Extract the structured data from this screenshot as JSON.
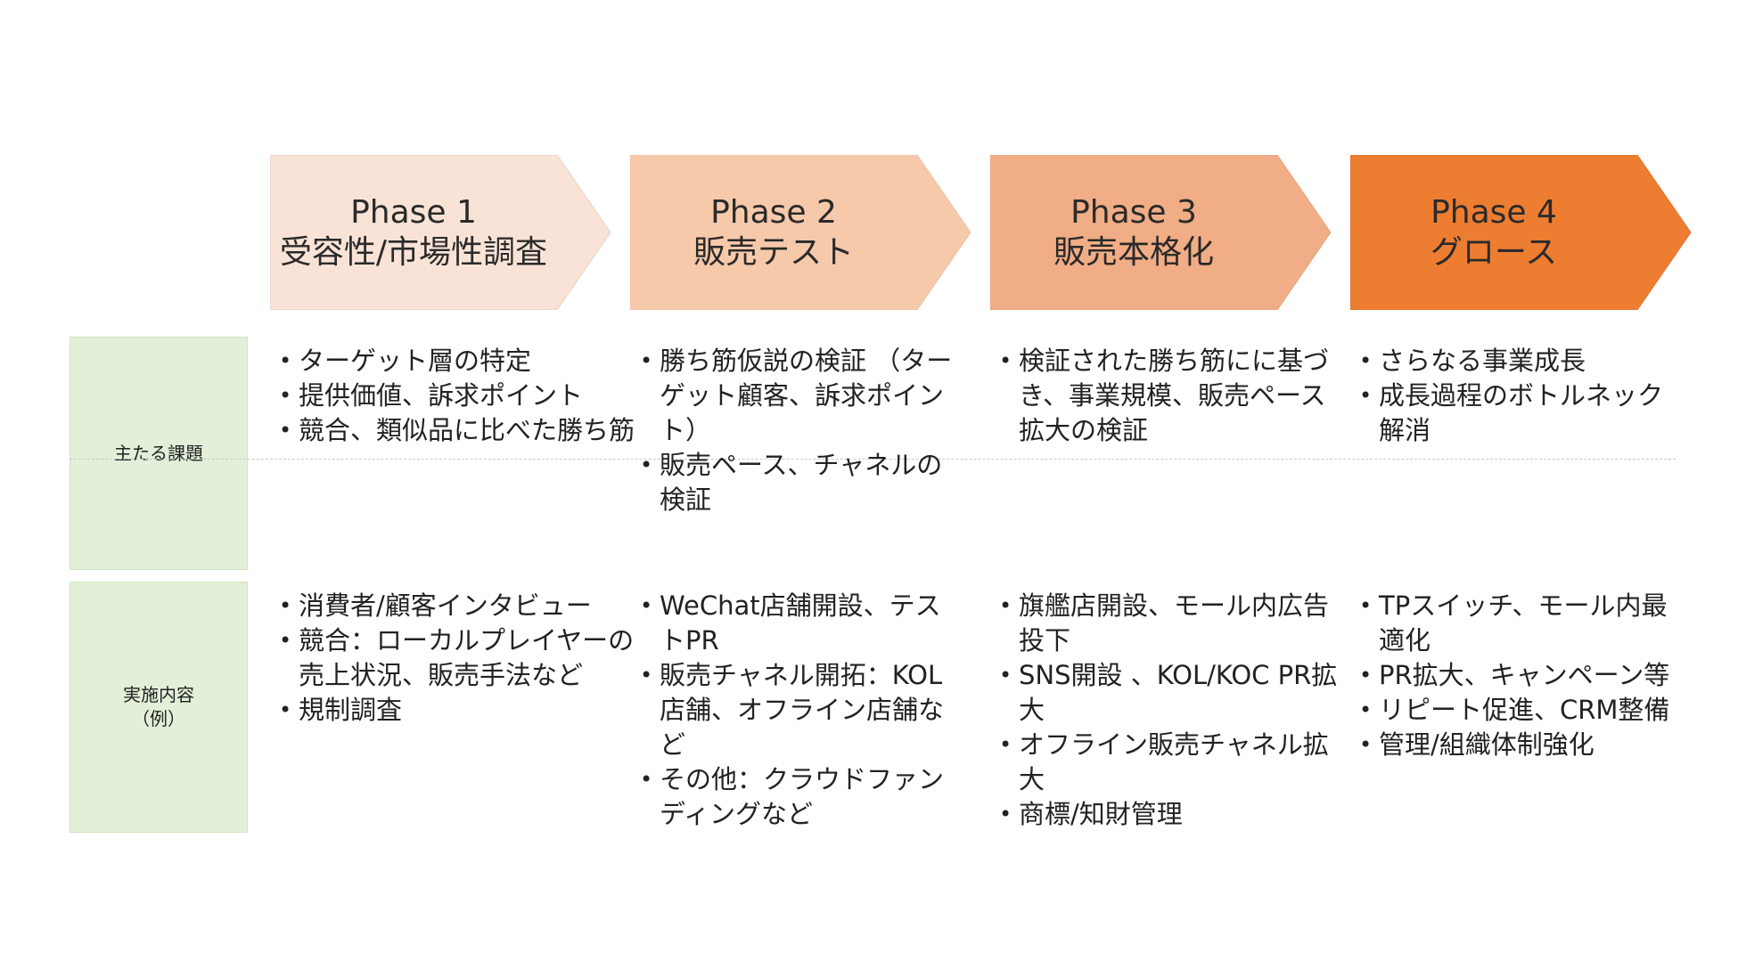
{
  "phases": [
    {
      "title": "Phase 1",
      "subtitle": "受容性/市場性調査",
      "color": "#f9e3d7"
    },
    {
      "title": "Phase 2",
      "subtitle": "販売テスト",
      "color": "#f7c9ab"
    },
    {
      "title": "Phase 3",
      "subtitle": "販売本格化",
      "color": "#f1ad85"
    },
    {
      "title": "Phase 4",
      "subtitle": "グロース",
      "color": "#ed7d31"
    }
  ],
  "rows": {
    "issues": {
      "label": "主たる課題"
    },
    "actions": {
      "label_line1": "実施内容",
      "label_line2": "（例）"
    }
  },
  "issues": [
    [
      "ターゲット層の特定",
      "提供価値、訴求ポイント",
      "競合、類似品に比べた勝ち筋"
    ],
    [
      "勝ち筋仮説の検証 （ターゲット顧客、訴求ポイント）",
      "販売ペース、チャネルの検証"
    ],
    [
      "検証された勝ち筋にに基づき、事業規模、販売ペース拡大の検証"
    ],
    [
      "さらなる事業成長",
      "成長過程のボトルネック解消"
    ]
  ],
  "actions": [
    [
      "消費者/顧客インタビュー",
      "競合：ローカルプレイヤーの売上状況、販売手法など",
      "規制調査"
    ],
    [
      "WeChat店舗開設、テストPR",
      "販売チャネル開拓：KOL店舗、オフライン店舗など",
      "その他：クラウドファンディングなど"
    ],
    [
      "旗艦店開設、モール内広告投下",
      "SNS開設 、KOL/KOC PR拡大",
      "オフライン販売チャネル拡大",
      "商標/知財管理"
    ],
    [
      "TPスイッチ、モール内最適化",
      "PR拡大、キャンペーン等",
      "リピート促進、CRM整備",
      "管理/組織体制強化"
    ]
  ]
}
